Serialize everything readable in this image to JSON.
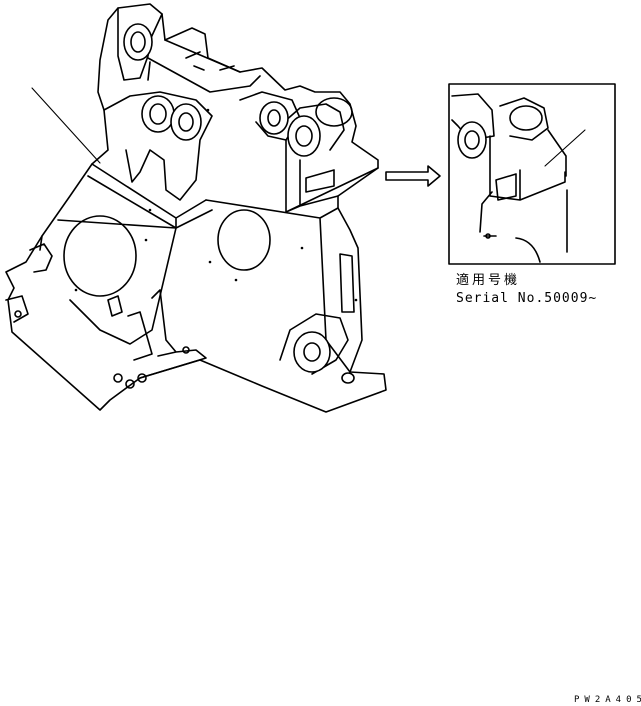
{
  "inset_note": {
    "applicability_label": "適用号機",
    "serial_text": "Serial No.50009~"
  },
  "drawing_code": "PW2A405"
}
